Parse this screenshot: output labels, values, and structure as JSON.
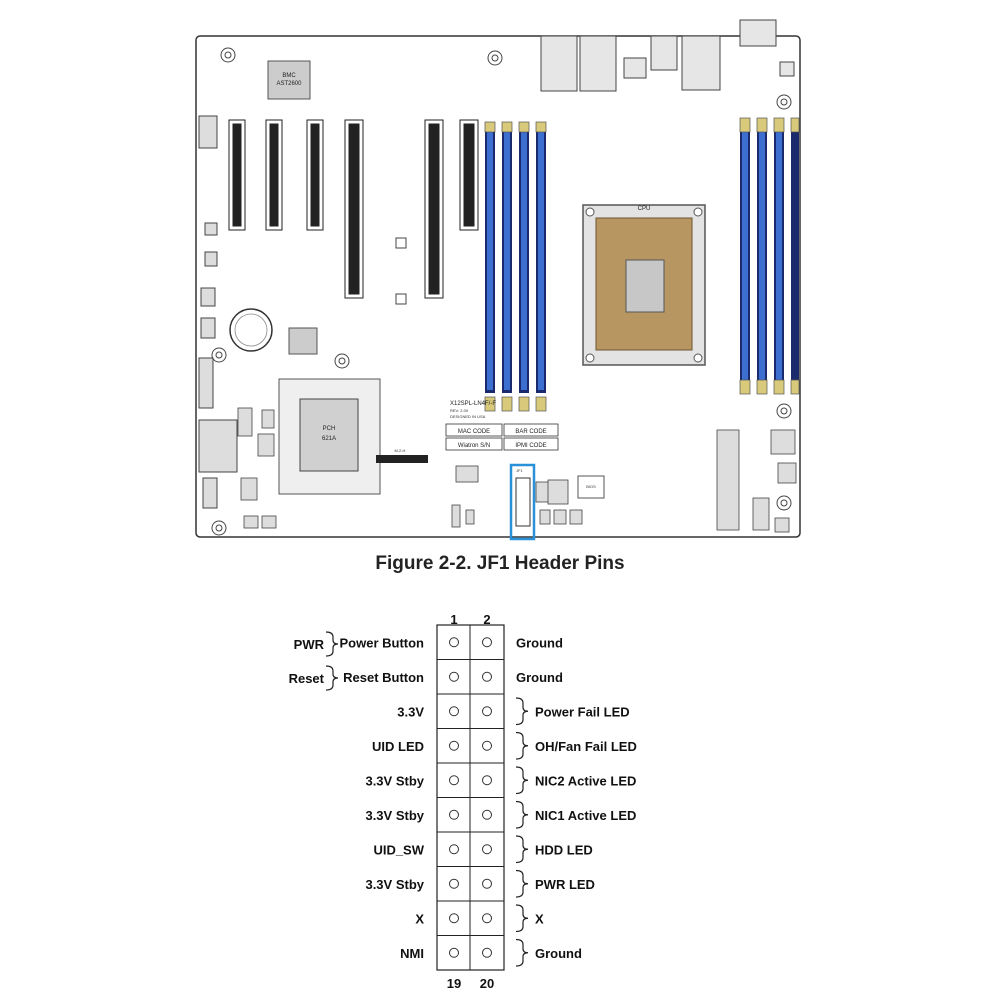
{
  "figure": {
    "caption": "Figure 2-2. JF1 Header Pins"
  },
  "board": {
    "bmc_label": "BMC",
    "bmc_chip": "AST2600",
    "pch_label": "PCH",
    "pch_chip": "621A",
    "cpu_label": "CPU",
    "model": "X12SPL-LN4F/-F",
    "rev": "REV: 2.00",
    "designed": "DESIGNED IN USA",
    "codes": [
      "MAC CODE",
      "BAR CODE",
      "Wiatron S/N",
      "IPMI CODE"
    ],
    "jf1_label": "JF1",
    "m2_label": "M.2-H",
    "bios_label": "BIOS",
    "highlight_color": "#2a90d8"
  },
  "header": {
    "top_pin_numbers": [
      "1",
      "2"
    ],
    "bottom_pin_numbers": [
      "19",
      "20"
    ],
    "left_group_labels": [
      "PWR",
      "Reset"
    ],
    "left_labels": [
      "Power Button",
      "Reset Button",
      "3.3V",
      "UID LED",
      "3.3V Stby",
      "3.3V Stby",
      "UID_SW",
      "3.3V Stby",
      "X",
      "NMI"
    ],
    "right_labels": [
      "Ground",
      "Ground",
      "Power Fail LED",
      "OH/Fan Fail LED",
      "NIC2 Active LED",
      "NIC1 Active LED",
      "HDD LED",
      "PWR LED",
      "X",
      "Ground"
    ]
  }
}
